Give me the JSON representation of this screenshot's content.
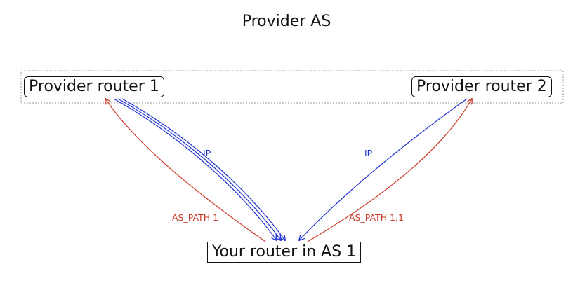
{
  "diagram": {
    "title": "Provider AS",
    "nodes": {
      "provider_router_1": "Provider router 1",
      "provider_router_2": "Provider router 2",
      "your_router": "Your router in AS 1"
    },
    "edges": {
      "ip_left": "IP",
      "ip_right": "IP",
      "as_path_left": "AS_PATH 1",
      "as_path_right": "AS_PATH 1,1"
    },
    "colors": {
      "ip": "#1f2fd0",
      "as_path": "#cc3a2a",
      "node_border": "#111111",
      "group_border": "#999999"
    }
  }
}
